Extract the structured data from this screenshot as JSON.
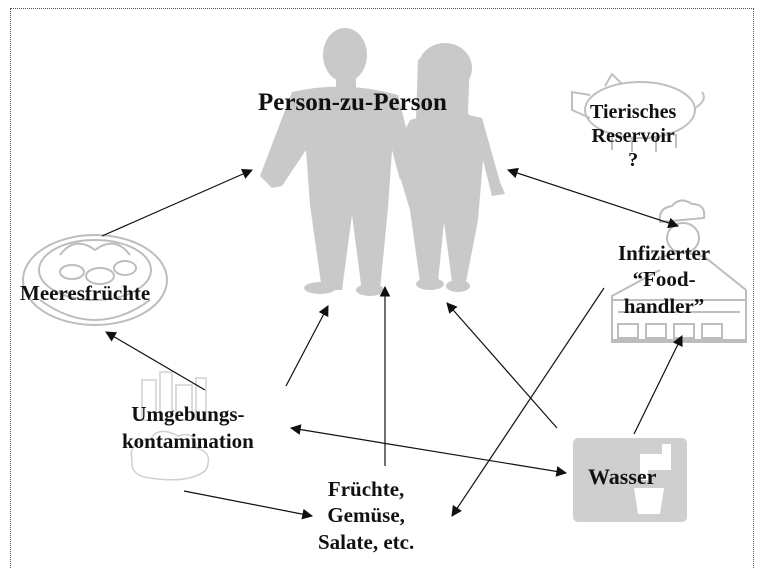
{
  "diagram": {
    "title": "Person-zu-Person",
    "animal_reservoir": [
      "Tierisches",
      "Reservoir",
      "?"
    ],
    "food_handler": [
      "Infizierter",
      "“Food-",
      "handler”"
    ],
    "seafood": "Meeresfrüchte",
    "environment": [
      "Umgebungs-",
      "kontamination"
    ],
    "water": "Wasser",
    "produce": [
      "Früchte,",
      "Gemüse,",
      "Salate, etc."
    ]
  },
  "icons": [
    "people-silhouette-icon",
    "pig-icon",
    "chef-icon",
    "seafood-plate-icon",
    "city-cloud-icon",
    "water-tap-icon"
  ],
  "colors": {
    "silhouette": "#c8c8c8",
    "arrow": "#111111",
    "icon_outline": "#bdbdbd",
    "water_box": "#cfcfcf"
  }
}
